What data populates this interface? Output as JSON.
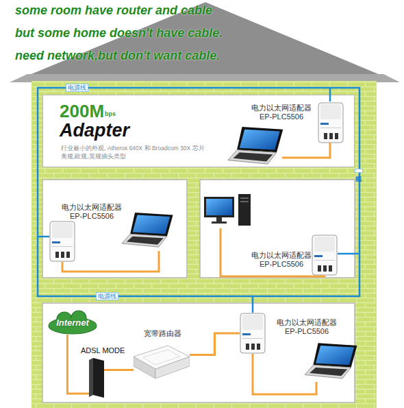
{
  "diagram": {
    "nodes": [
      {
        "text": [
          "200M",
          "bps",
          "Adapter",
          "行业最小的外观, Atheros 640X 和 Broadcom 30X 芯片",
          "美规,欧规,英规插头类型"
        ]
      },
      {
        "text": [
          "电力以太网适配器 EP-PLC5506"
        ],
        "in": 0
      },
      {
        "text": [
          "电力以太网适配器 EP-PLC5506"
        ]
      },
      {
        "text": [
          "电力以太网适配器 EP-PLC5506"
        ]
      },
      {
        "text": [
          "Internet"
        ]
      },
      {
        "text": [
          "宽带路由器"
        ]
      },
      {
        "text": [
          "电力以太网适配器 EP-PLC5506"
        ]
      },
      {
        "text": [
          "ADSL MODE"
        ]
      }
    ],
    "edges": [
      {
        "from": 4,
        "to": 7,
        "arrow": "none"
      },
      {
        "from": 7,
        "to": 5,
        "arrow": "none"
      },
      {
        "from": 5,
        "to": 6,
        "arrow": "none"
      }
    ],
    "labels": [
      "some room have router and cable",
      "but some home doesn't have cable.",
      "need network,but don't want cable.",
      "电源线",
      "电源线",
      "电源线"
    ]
  }
}
